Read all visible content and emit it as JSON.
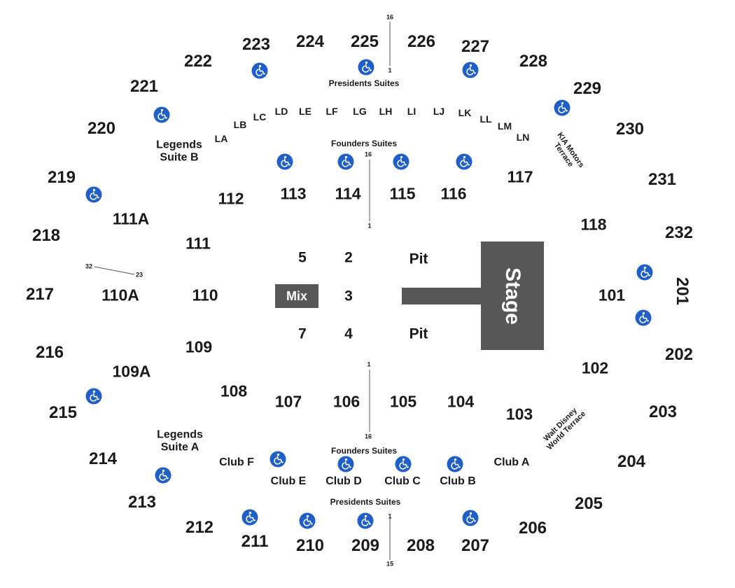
{
  "colors": {
    "accessible": "#1f5fc9",
    "fill": "#575757",
    "text": "#1a1a1a"
  },
  "icons": {
    "accessible": "wheelchair-icon"
  },
  "sections": [
    "223",
    "224",
    "225",
    "226",
    "227",
    "222",
    "228",
    "221",
    "229",
    "220",
    "230",
    "219",
    "231",
    "218",
    "232",
    "217",
    "201",
    "216",
    "202",
    "215",
    "203",
    "214",
    "204",
    "213",
    "205",
    "212",
    "206",
    "211",
    "210",
    "209",
    "208",
    "207",
    "112",
    "113",
    "114",
    "115",
    "116",
    "117",
    "111A",
    "111",
    "118",
    "110A",
    "110",
    "101",
    "109",
    "102",
    "109A",
    "108",
    "107",
    "106",
    "105",
    "104",
    "103"
  ],
  "floor": {
    "s5": "5",
    "s2": "2",
    "s3": "3",
    "s7": "7",
    "s4": "4",
    "pit": "Pit"
  },
  "mix": "Mix",
  "stage": "Stage",
  "loge": [
    "LA",
    "LB",
    "LC",
    "LD",
    "LE",
    "LF",
    "LG",
    "LH",
    "LI",
    "LJ",
    "LK",
    "LL",
    "LM",
    "LN"
  ],
  "suites": {
    "presidents": "Presidents Suites",
    "founders": "Founders Suites"
  },
  "legends": {
    "b": [
      "Legends",
      "Suite B"
    ],
    "a": [
      "Legends",
      "Suite A"
    ]
  },
  "terraces": {
    "kia": [
      "KIA Motors",
      "Terrace"
    ],
    "disney": [
      "Walt Disney",
      "World Terrace"
    ]
  },
  "clubs": [
    "Club F",
    "Club E",
    "Club D",
    "Club C",
    "Club B",
    "Club A"
  ],
  "row_markers": {
    "r16": "16",
    "r1": "1",
    "r15": "15",
    "r32": "32",
    "r23": "23"
  }
}
